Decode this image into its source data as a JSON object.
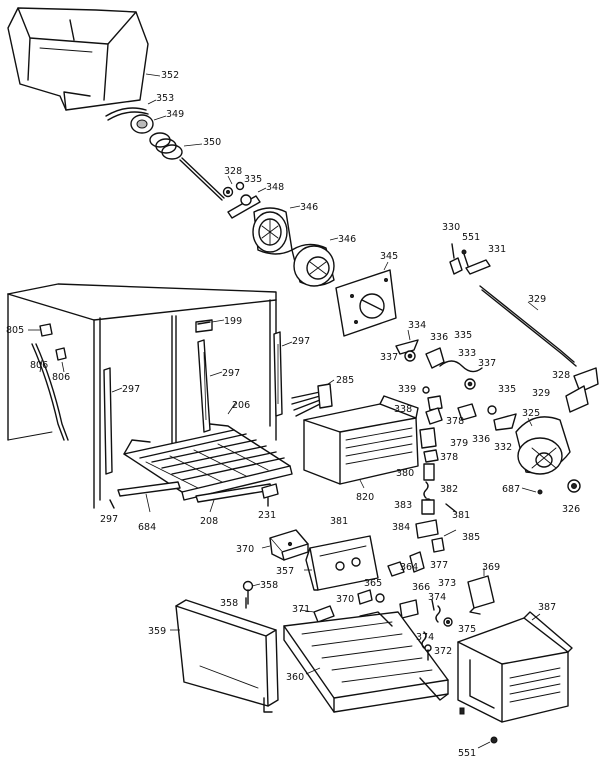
{
  "callouts": [
    {
      "id": "c352",
      "text": "352"
    },
    {
      "id": "c353",
      "text": "353"
    },
    {
      "id": "c349",
      "text": "349"
    },
    {
      "id": "c350",
      "text": "350"
    },
    {
      "id": "c328",
      "text": "328"
    },
    {
      "id": "c335a",
      "text": "335"
    },
    {
      "id": "c348",
      "text": "348"
    },
    {
      "id": "c346a",
      "text": "346"
    },
    {
      "id": "c346b",
      "text": "346"
    },
    {
      "id": "c330",
      "text": "330"
    },
    {
      "id": "c551a",
      "text": "551"
    },
    {
      "id": "c331",
      "text": "331"
    },
    {
      "id": "c345",
      "text": "345"
    },
    {
      "id": "c329a",
      "text": "329"
    },
    {
      "id": "c805",
      "text": "805"
    },
    {
      "id": "c199",
      "text": "199"
    },
    {
      "id": "c297a",
      "text": "297"
    },
    {
      "id": "c806a",
      "text": "806"
    },
    {
      "id": "c806b",
      "text": "806"
    },
    {
      "id": "c297b",
      "text": "297"
    },
    {
      "id": "c297c",
      "text": "297"
    },
    {
      "id": "c334",
      "text": "334"
    },
    {
      "id": "c336a",
      "text": "336"
    },
    {
      "id": "c335b",
      "text": "335"
    },
    {
      "id": "c337a",
      "text": "337"
    },
    {
      "id": "c333",
      "text": "333"
    },
    {
      "id": "c337b",
      "text": "337"
    },
    {
      "id": "c328b",
      "text": "328"
    },
    {
      "id": "c329b",
      "text": "329"
    },
    {
      "id": "c285",
      "text": "285"
    },
    {
      "id": "c339",
      "text": "339"
    },
    {
      "id": "c338",
      "text": "338"
    },
    {
      "id": "c378a",
      "text": "378"
    },
    {
      "id": "c335c",
      "text": "335"
    },
    {
      "id": "c336b",
      "text": "336"
    },
    {
      "id": "c332",
      "text": "332"
    },
    {
      "id": "c325",
      "text": "325"
    },
    {
      "id": "c206",
      "text": "206"
    },
    {
      "id": "c379",
      "text": "379"
    },
    {
      "id": "c378b",
      "text": "378"
    },
    {
      "id": "c380",
      "text": "380"
    },
    {
      "id": "c382",
      "text": "382"
    },
    {
      "id": "c820",
      "text": "820"
    },
    {
      "id": "c687",
      "text": "687"
    },
    {
      "id": "c326",
      "text": "326"
    },
    {
      "id": "c297d",
      "text": "297"
    },
    {
      "id": "c684",
      "text": "684"
    },
    {
      "id": "c208",
      "text": "208"
    },
    {
      "id": "c231",
      "text": "231"
    },
    {
      "id": "c383",
      "text": "383"
    },
    {
      "id": "c381a",
      "text": "381"
    },
    {
      "id": "c384",
      "text": "384"
    },
    {
      "id": "c385",
      "text": "385"
    },
    {
      "id": "c381b",
      "text": "381"
    },
    {
      "id": "c370a",
      "text": "370"
    },
    {
      "id": "c357",
      "text": "357"
    },
    {
      "id": "c364",
      "text": "364"
    },
    {
      "id": "c377",
      "text": "377"
    },
    {
      "id": "c369",
      "text": "369"
    },
    {
      "id": "c358a",
      "text": "358"
    },
    {
      "id": "c370b",
      "text": "370"
    },
    {
      "id": "c365",
      "text": "365"
    },
    {
      "id": "c366",
      "text": "366"
    },
    {
      "id": "c373",
      "text": "373"
    },
    {
      "id": "c374a",
      "text": "374"
    },
    {
      "id": "c358b",
      "text": "358"
    },
    {
      "id": "c371",
      "text": "371"
    },
    {
      "id": "c387",
      "text": "387"
    },
    {
      "id": "c359",
      "text": "359"
    },
    {
      "id": "c374b",
      "text": "374"
    },
    {
      "id": "c375",
      "text": "375"
    },
    {
      "id": "c372",
      "text": "372"
    },
    {
      "id": "c360",
      "text": "360"
    },
    {
      "id": "c551b",
      "text": "551"
    }
  ]
}
